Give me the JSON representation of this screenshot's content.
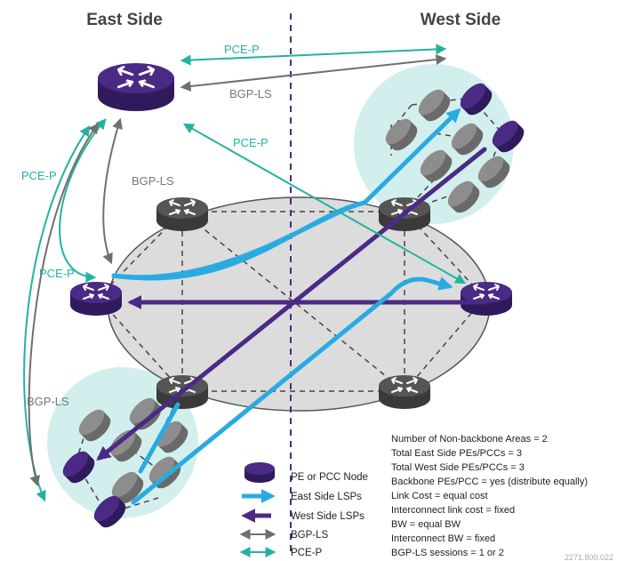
{
  "sides": {
    "east": "East Side",
    "west": "West Side"
  },
  "protocols": {
    "pcep": "PCE-P",
    "bgpls": "BGP-LS"
  },
  "legend": {
    "node": "PE or PCC Node",
    "east_lsps": "East Side LSPs",
    "west_lsps": "West Side LSPs",
    "bgpls": "BGP-LS",
    "pcep": "PCE-P"
  },
  "parameters": [
    "Number of Non-backbone Areas = 2",
    "Total East Side PEs/PCCs = 3",
    "Total West Side PEs/PCCs = 3",
    "Backbone PEs/PCC = yes (distribute equally)",
    "Link Cost = equal cost",
    "Interconnect link cost = fixed",
    "BW = equal BW",
    "Interconnect BW = fixed",
    "BGP-LS sessions = 1 or 2"
  ],
  "figure_id": "2271.800.022",
  "colors": {
    "purple": "#4b2a85",
    "gray_router": "#888888",
    "dark_router": "#4a4a4a",
    "teal": "#22b3a0",
    "gray_arrow": "#707070",
    "blue_lsp": "#29abe2",
    "backbone_fill": "#dcdcdc",
    "area_fill": "#d3efed"
  }
}
